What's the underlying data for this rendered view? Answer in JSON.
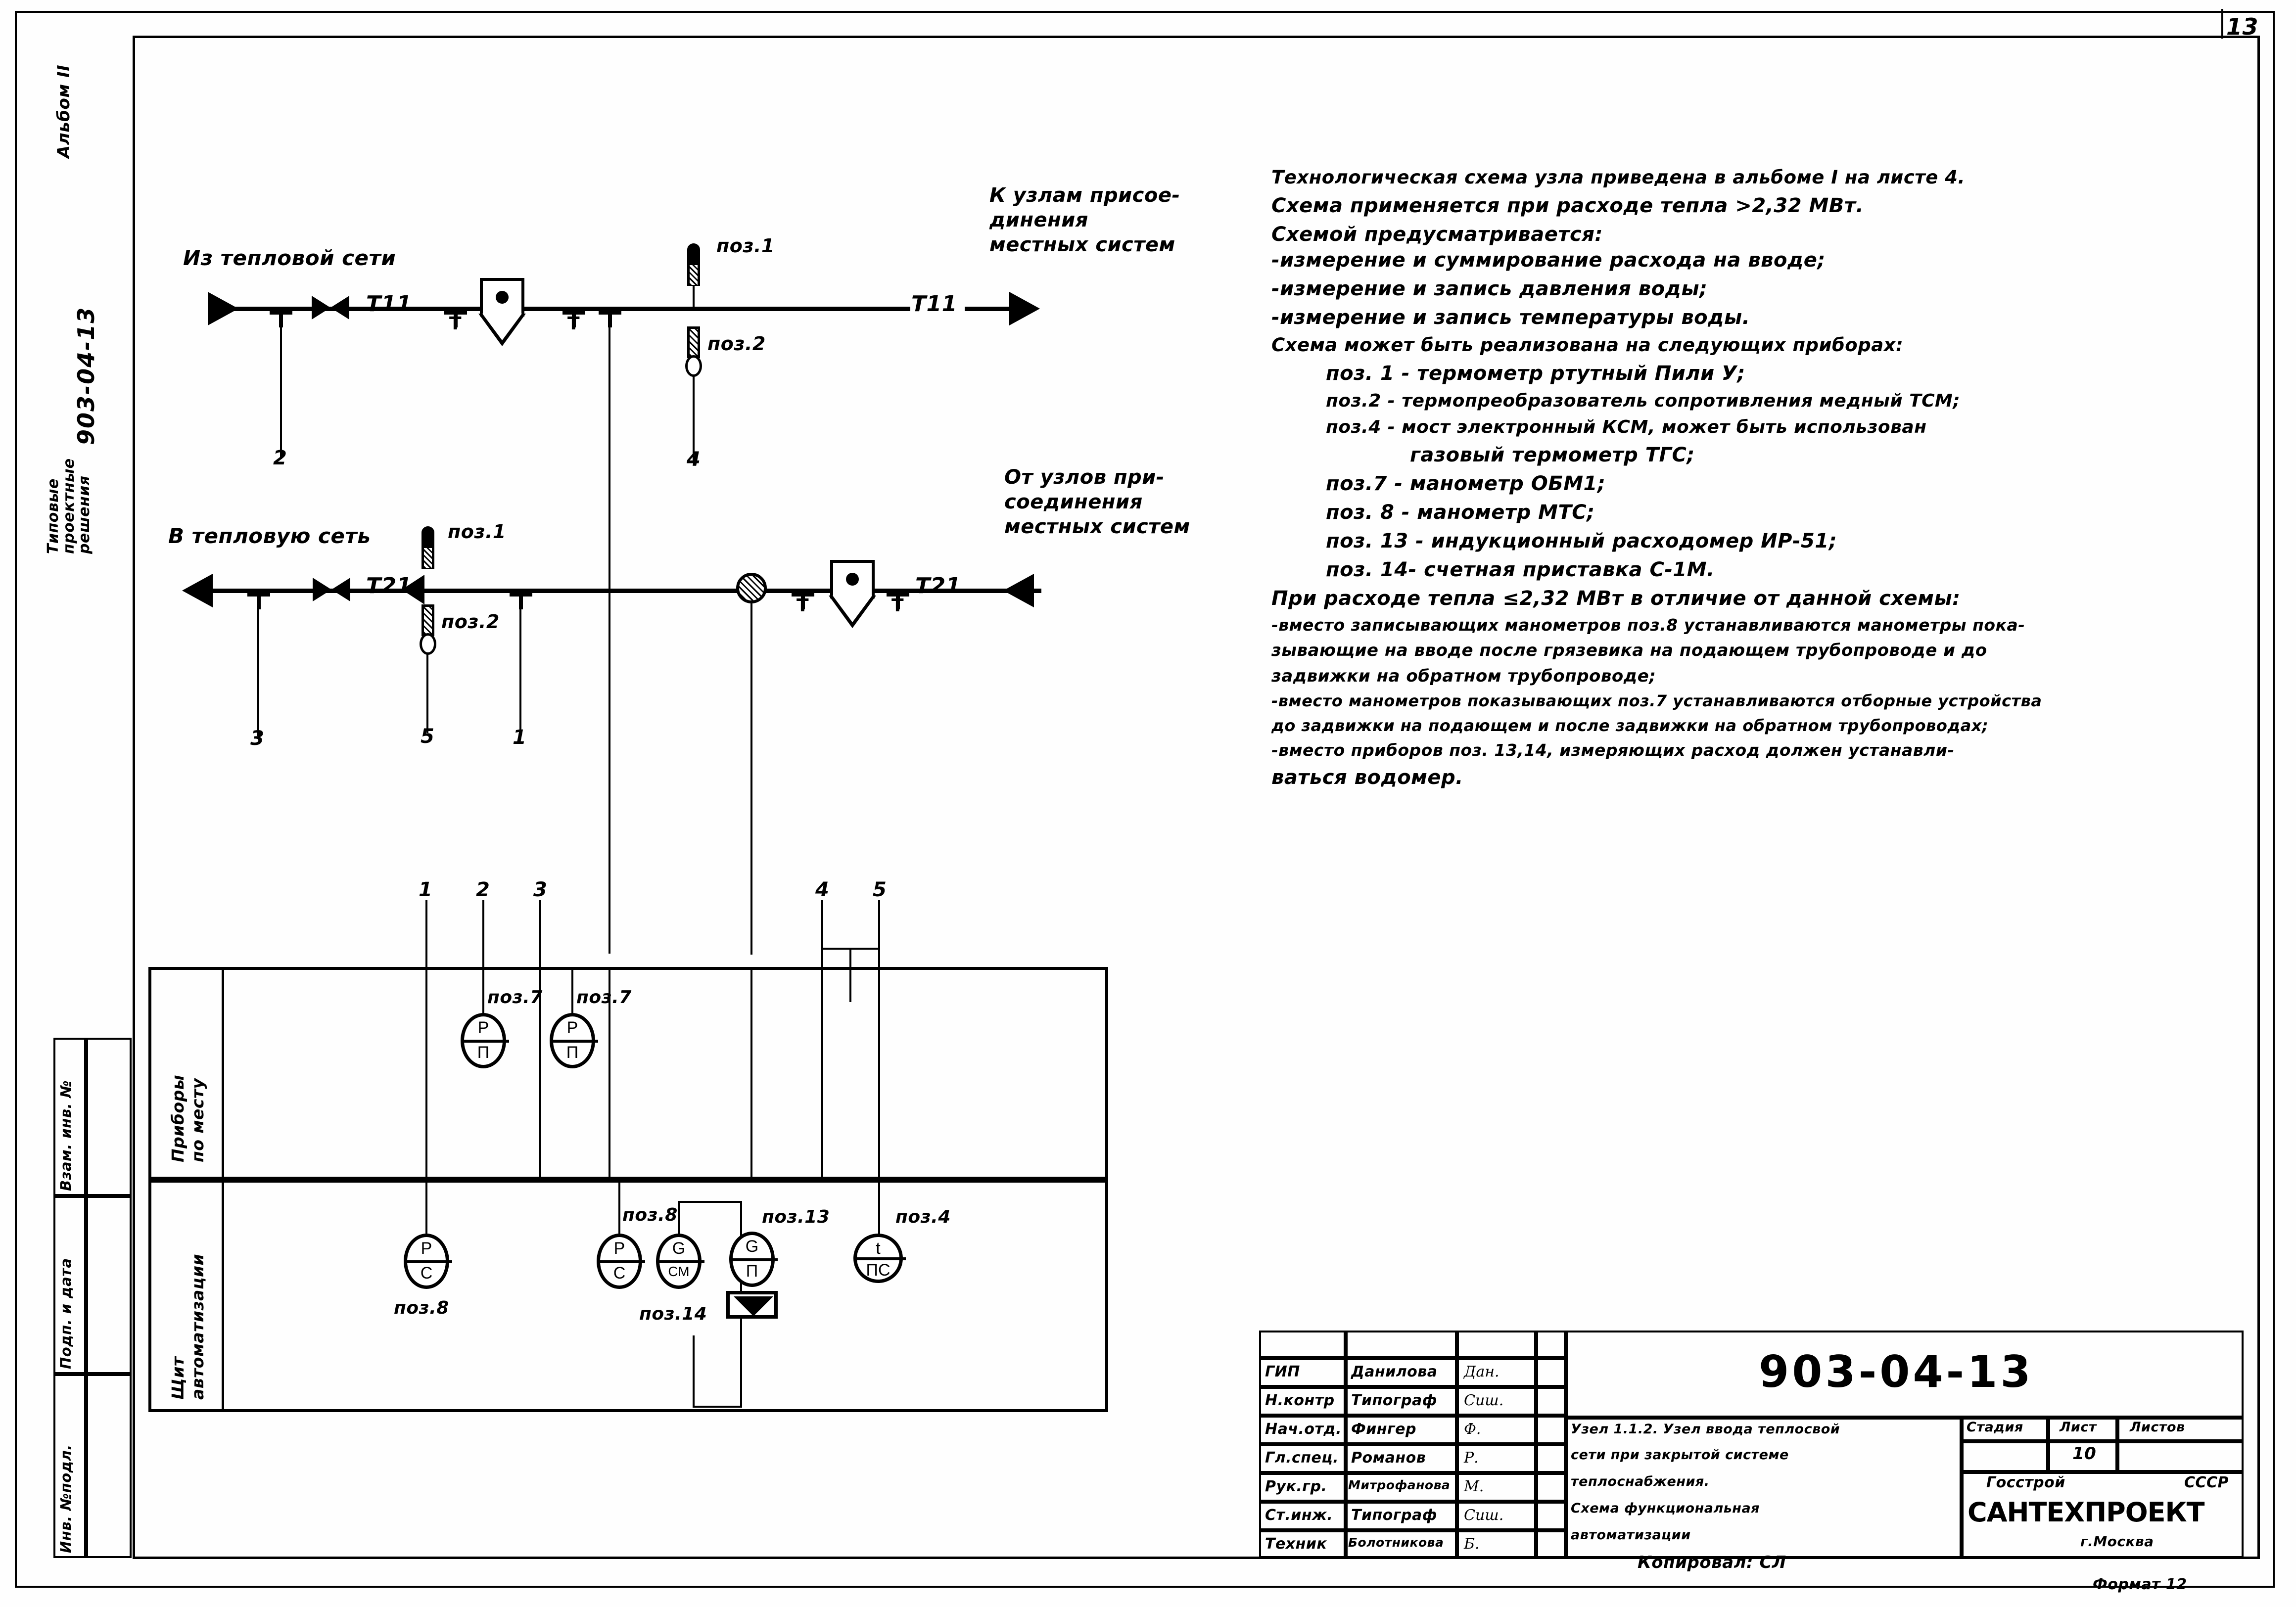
{
  "sheet": {
    "page_number": "13",
    "left_band": {
      "album": "Альбом II",
      "code": "903-04-13",
      "typical": "Типовые\nпроектные\nрешения",
      "stamp_rows": [
        "Взам. инв. №",
        "Подп. и дата",
        "Инв. №подл."
      ]
    }
  },
  "diagram": {
    "labels": {
      "supply_from": "Из тепловой сети",
      "return_to": "В тепловую сеть",
      "to_nodes": "К узлам присое-\nдинения\nместных систем",
      "from_nodes": "От узлов при-\nсоединения\nместных систем",
      "pipe_supply_tag": "Т11",
      "pipe_return_tag": "Т21",
      "tee_letter": "Т"
    },
    "pos_callouts": {
      "thermo_supply": "поз.1",
      "rtd_supply": "поз.2",
      "thermo_return": "поз.1",
      "rtd_return": "поз.2",
      "manometer_local_1": "поз.7",
      "manometer_local_2": "поз.7",
      "recorder_p": "поз.8",
      "recorder_p2": "поз.8",
      "counter": "поз.14",
      "flow": "поз.13",
      "temp_recorder": "поз.4"
    },
    "signal_numbers_pipe": [
      "2",
      "4",
      "3",
      "5",
      "1"
    ],
    "signal_numbers_panel": [
      "1",
      "2",
      "3",
      "4",
      "5"
    ],
    "panels": {
      "local": "Приборы\nпо месту",
      "automation": "Щит\nавтоматизации"
    },
    "bubbles": [
      {
        "top": "Р",
        "bottom": "П",
        "pos": "поз.7"
      },
      {
        "top": "Р",
        "bottom": "П",
        "pos": "поз.7"
      },
      {
        "top": "Р",
        "bottom": "С",
        "pos": "поз.8"
      },
      {
        "top": "Р",
        "bottom": "С",
        "pos": "поз.8"
      },
      {
        "top": "G",
        "bottom": "СМ",
        "pos": "поз.14"
      },
      {
        "top": "G",
        "bottom": "П",
        "pos": "поз.13"
      },
      {
        "top": "t",
        "bottom": "ПС",
        "pos": "поз.4"
      }
    ]
  },
  "notes": {
    "lines": [
      "Технологическая схема  узла приведена в альбоме I на листе 4.",
      "Схема  применяется при расходе тепла  >2,32 МВт.",
      "Схемой предусматривается:",
      "-измерение  и суммирование  расхода  на вводе;",
      "-измерение и запись давления  воды;",
      "-измерение и запись температуры воды.",
      "Схема  может быть реализована на следующих приборах:"
    ],
    "items": [
      "поз. 1 -  термометр ртутный  Пили У;",
      "поз.2 -  термопреобразователь сопротивления медный ТСМ;",
      "поз.4 - мост электронный КСМ, может быть использован",
      "газовый  термометр  ТГС;",
      "поз.7 - манометр ОБМ1;",
      "поз. 8 - манометр МТС;",
      "поз. 13 - индукционный   расходомер  ИР-51;",
      "поз. 14- счетная  приставка  С-1М."
    ],
    "tail": [
      "При расходе тепла  ≤2,32 МВт в отличие  от данной схемы:",
      "-вместо записывающих манометров поз.8 устанавливаются манометры пока-",
      "зывающие на вводе после грязевика на подающем трубопроводе и до",
      "задвижки на обратном трубопроводе;",
      "-вместо манометров показывающих поз.7 устанавливаются отборные устройства",
      "до задвижки на подающем и после задвижки на обратном трубопроводах;",
      "-вместо приборов поз. 13,14, измеряющих расход должен устанавли-",
      "ваться водомер."
    ]
  },
  "title_block": {
    "roles": [
      {
        "role": "ГИП",
        "name": "Данилова",
        "sign": "Дан."
      },
      {
        "role": "Н.контр",
        "name": "Типограф",
        "sign": "Сиш."
      },
      {
        "role": "Нач.отд.",
        "name": "Фингер",
        "sign": "Ф."
      },
      {
        "role": "Гл.спец.",
        "name": "Романов",
        "sign": "Р."
      },
      {
        "role": "Рук.гр.",
        "name": "Митрофанова",
        "sign": "М."
      },
      {
        "role": "Ст.инж.",
        "name": "Типограф",
        "sign": "Сиш."
      },
      {
        "role": "Техник",
        "name": "Болотникова",
        "sign": "Б."
      }
    ],
    "drawing_number": "903-04-13",
    "title_lines": [
      "Узел 1.1.2. Узел ввода теплосвой",
      "сети при закрытой системе",
      "теплоснабжения.",
      "Схема функциональная",
      "автоматизации"
    ],
    "stage_header": "Стадия",
    "sheet_header": "Лист",
    "sheets_header": "Листов",
    "stage_value": "",
    "sheet_value": "10",
    "sheets_value": "",
    "org_top": "Госстрой",
    "org_name": "САНТЕХПРОЕКТ",
    "org_city": "г.Москва",
    "country": "СССР",
    "copied_by": "Копировал: СЛ",
    "format": "Формат 12"
  }
}
